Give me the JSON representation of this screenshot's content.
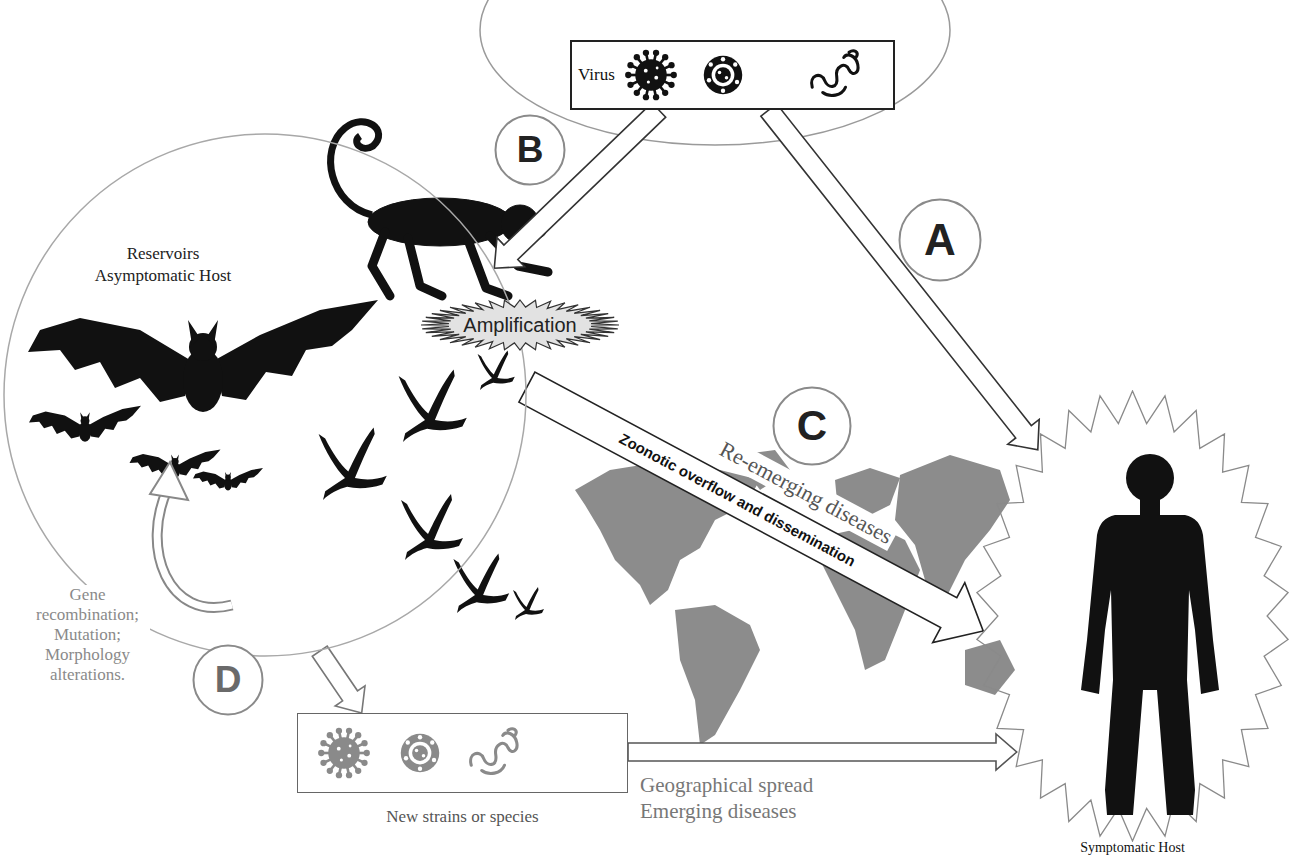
{
  "diagram": {
    "nodes": [
      {
        "text": [
          "Virus"
        ]
      },
      {
        "text": [
          "B"
        ]
      },
      {
        "text": [
          "A"
        ]
      },
      {
        "text": [
          "Reservoirs Asymptomatic Host"
        ]
      },
      {
        "text": [
          "Amplification"
        ],
        "in": 3
      },
      {
        "text": [
          "C"
        ]
      },
      {
        "text": [
          "D"
        ]
      },
      {
        "text": [
          "New strains or species"
        ]
      },
      {
        "text": [
          "Symptomatic Host"
        ]
      }
    ],
    "edges": [
      {
        "from": 0,
        "to": 8,
        "arrow": "to"
      },
      {
        "from": 0,
        "to": 3,
        "arrow": "to"
      },
      {
        "from": 3,
        "to": 8,
        "label": "Zoonotic overflow and dissemination",
        "arrow": "to"
      },
      {
        "from": 3,
        "to": 7,
        "arrow": "to"
      },
      {
        "from": 7,
        "to": 8,
        "label": "Geographical spread Emerging diseases",
        "arrow": "to"
      }
    ],
    "labels": [
      "Re-emerging diseases",
      "Gene recombination; Mutation; Morphology alterations."
    ]
  }
}
